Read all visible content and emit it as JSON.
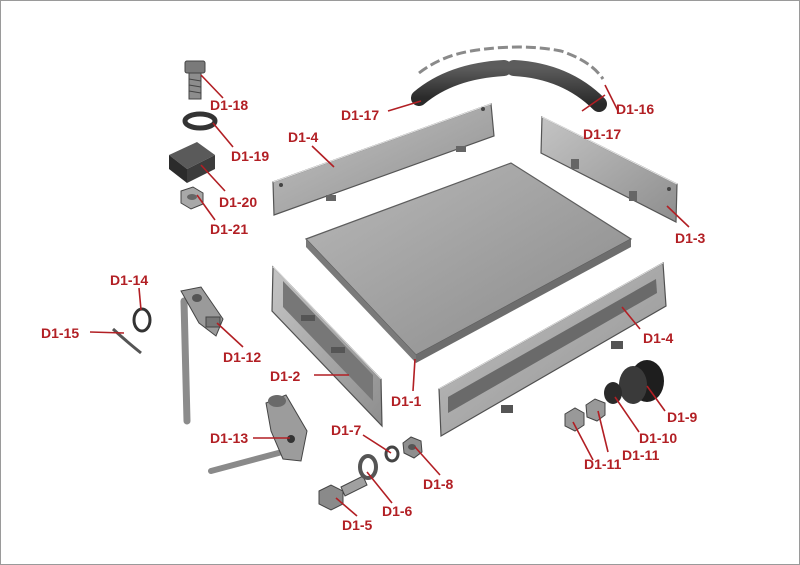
{
  "diagram": {
    "accent_color": "#b21f24",
    "part_color": "#9b9b9b",
    "callouts": [
      {
        "id": "d1-18",
        "text": "D1-18"
      },
      {
        "id": "d1-19",
        "text": "D1-19"
      },
      {
        "id": "d1-20",
        "text": "D1-20"
      },
      {
        "id": "d1-21",
        "text": "D1-21"
      },
      {
        "id": "d1-4-top",
        "text": "D1-4"
      },
      {
        "id": "d1-17-left",
        "text": "D1-17"
      },
      {
        "id": "d1-17-right",
        "text": "D1-17"
      },
      {
        "id": "d1-16",
        "text": "D1-16"
      },
      {
        "id": "d1-3",
        "text": "D1-3"
      },
      {
        "id": "d1-14",
        "text": "D1-14"
      },
      {
        "id": "d1-15",
        "text": "D1-15"
      },
      {
        "id": "d1-12",
        "text": "D1-12"
      },
      {
        "id": "d1-2",
        "text": "D1-2"
      },
      {
        "id": "d1-1",
        "text": "D1-1"
      },
      {
        "id": "d1-4-bottom",
        "text": "D1-4"
      },
      {
        "id": "d1-9",
        "text": "D1-9"
      },
      {
        "id": "d1-10",
        "text": "D1-10"
      },
      {
        "id": "d1-11-a",
        "text": "D1-11"
      },
      {
        "id": "d1-11-b",
        "text": "D1-11"
      },
      {
        "id": "d1-13",
        "text": "D1-13"
      },
      {
        "id": "d1-7",
        "text": "D1-7"
      },
      {
        "id": "d1-8",
        "text": "D1-8"
      },
      {
        "id": "d1-6",
        "text": "D1-6"
      },
      {
        "id": "d1-5",
        "text": "D1-5"
      }
    ]
  }
}
